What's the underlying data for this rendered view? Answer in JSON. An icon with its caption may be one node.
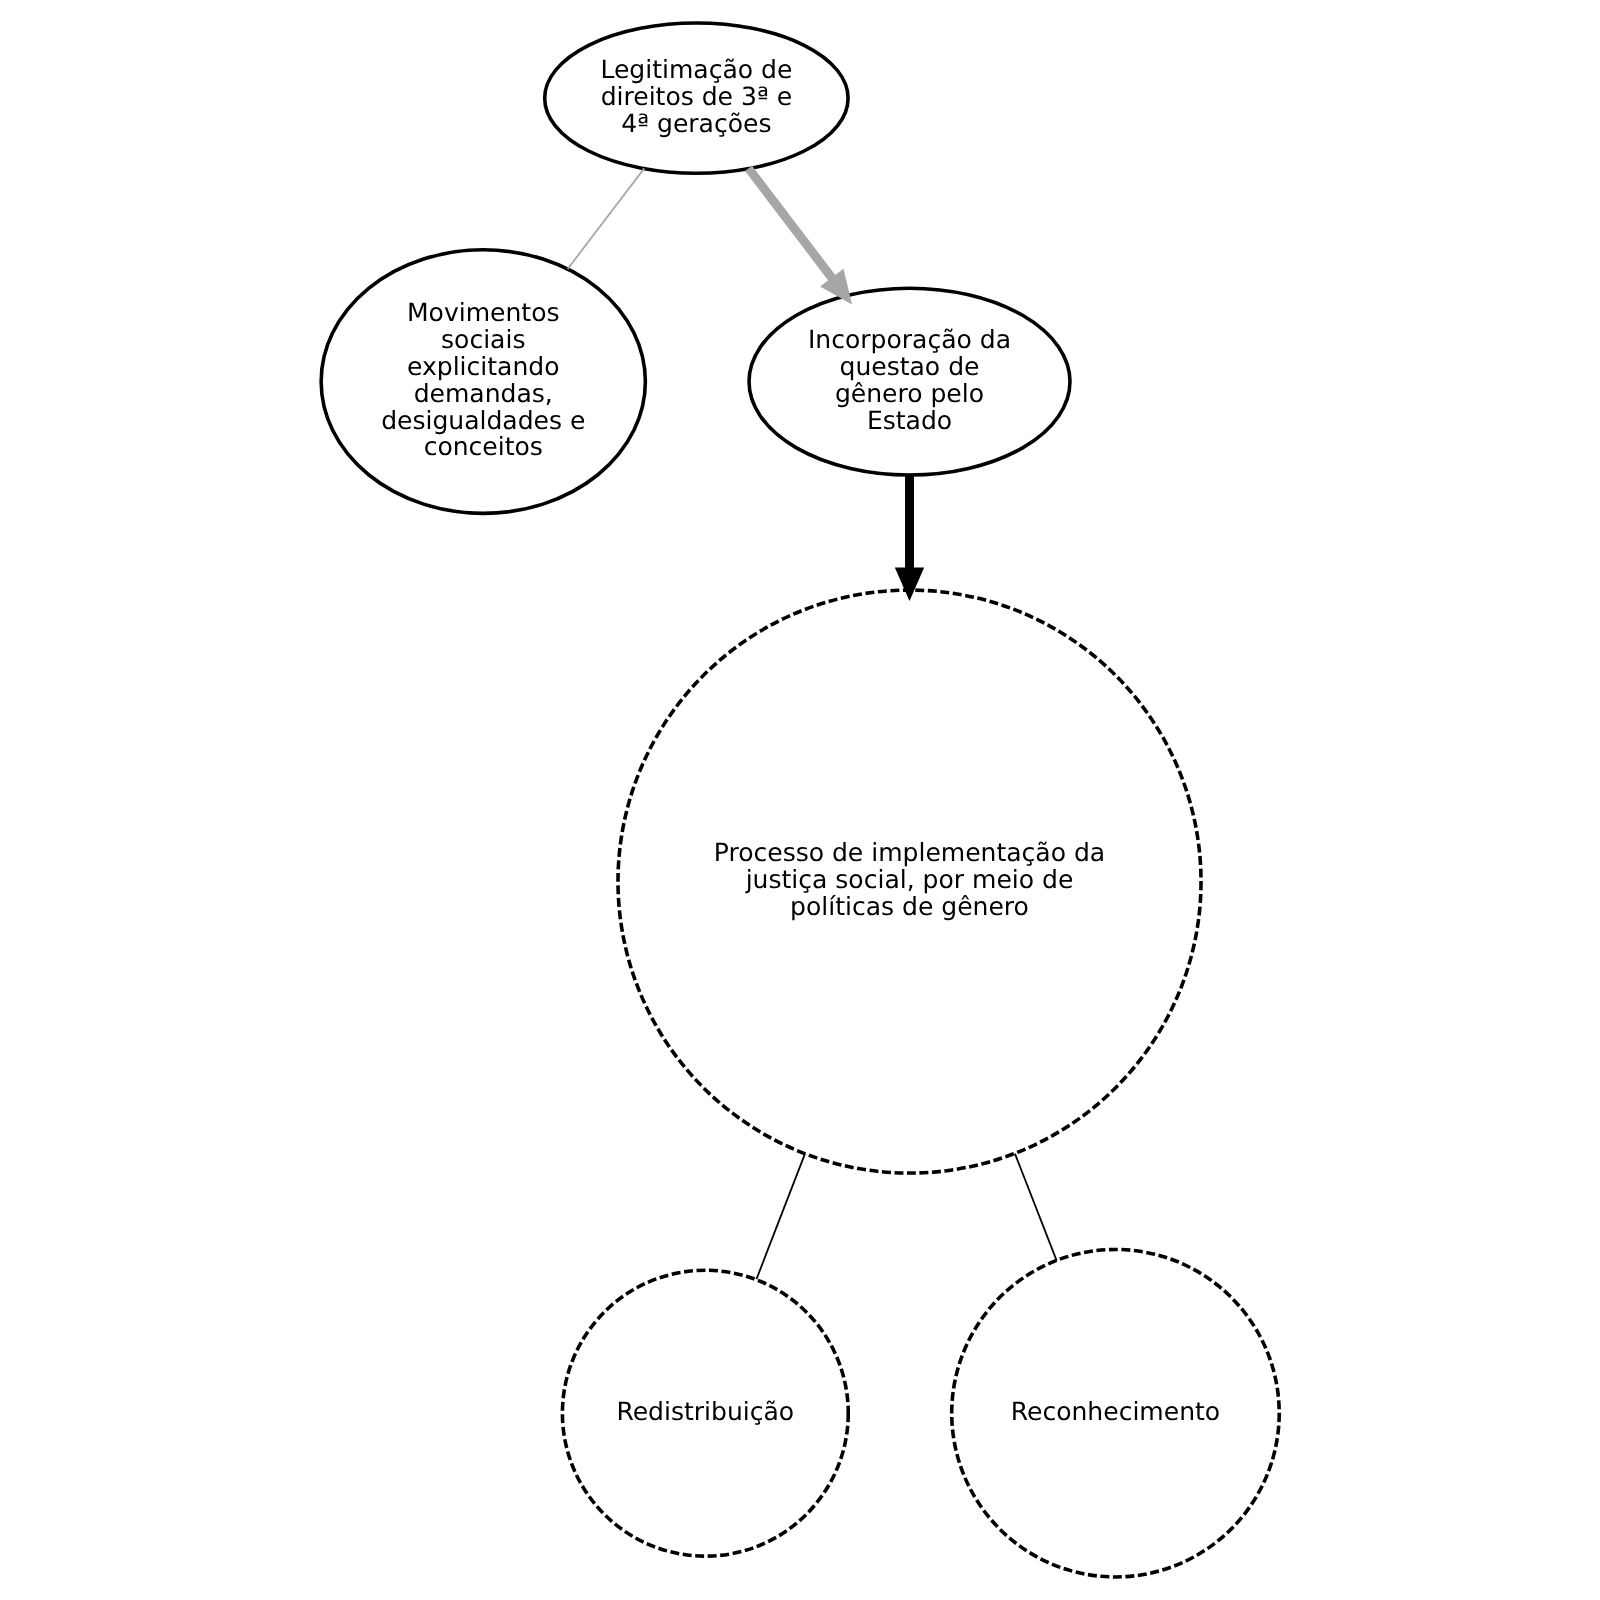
{
  "diagram": {
    "nodes": [
      {
        "text": [
          "Legitimação de direitos de 3ª e 4ª gerações"
        ]
      },
      {
        "text": [
          "Movimentos sociais explicitando demandas, desigualdades e conceitos"
        ]
      },
      {
        "text": [
          "Incorporação da questao de gênero pelo Estado"
        ]
      },
      {
        "text": [
          "Processo de implementação da justiça social, por meio de políticas de gênero"
        ]
      },
      {
        "text": [
          "Redistribuição"
        ]
      },
      {
        "text": [
          "Reconhecimento"
        ]
      }
    ],
    "edges": [
      {
        "from": 0,
        "to": 1,
        "arrow": "none",
        "color": "#a6a6a6"
      },
      {
        "from": 0,
        "to": 2,
        "arrow": "to",
        "style": "thick",
        "color": "#a6a6a6"
      },
      {
        "from": 2,
        "to": 3,
        "arrow": "to",
        "style": "thick"
      },
      {
        "from": 3,
        "to": 4,
        "arrow": "none"
      },
      {
        "from": 3,
        "to": 5,
        "arrow": "none"
      }
    ]
  }
}
